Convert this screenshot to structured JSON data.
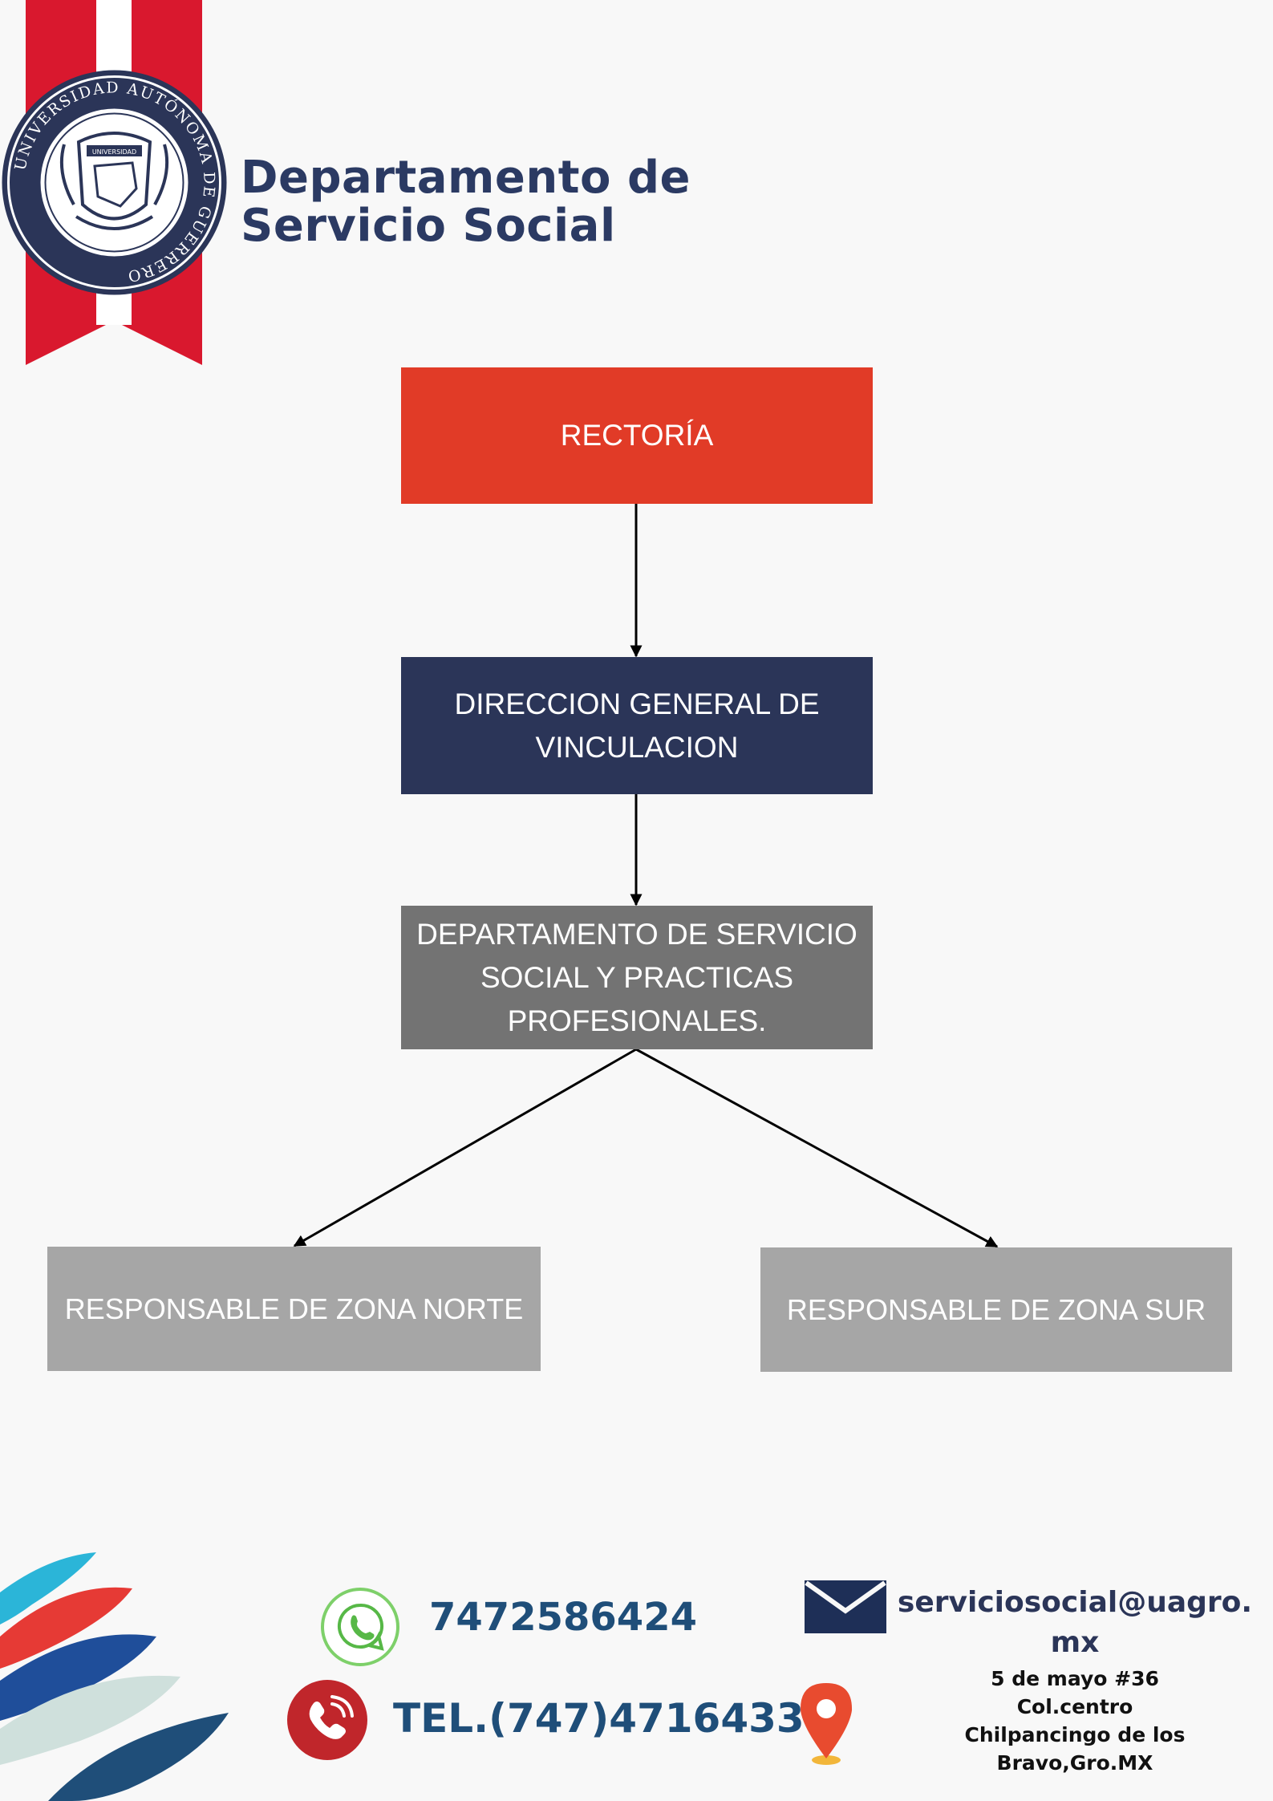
{
  "header": {
    "title_line1": "Departamento de",
    "title_line2": "Servicio Social",
    "seal_text": "UNIVERSIDAD AUTÓNOMA DE GUERRERO",
    "seal_inner_text": "UNIVERSIDAD"
  },
  "org_chart": {
    "rectoria": "RECTORÍA",
    "direccion": "DIRECCION GENERAL DE VINCULACION",
    "departamento": "DEPARTAMENTO DE SERVICIO SOCIAL Y PRACTICAS PROFESIONALES.",
    "zona_norte": "RESPONSABLE DE ZONA NORTE",
    "zona_sur": "RESPONSABLE DE ZONA SUR"
  },
  "contact": {
    "whatsapp": "7472586424",
    "phone": "TEL.(747)4716433",
    "email": "serviciosocial@uagro.mx",
    "address_line1": "5 de mayo #36",
    "address_line2": "Col.centro",
    "address_line3": "Chilpancingo de los Bravo,Gro.MX"
  },
  "icons": {
    "whatsapp": "whatsapp-icon",
    "phone": "phone-icon",
    "email": "envelope-icon",
    "location": "location-pin-icon"
  },
  "colors": {
    "rectoria": "#e13b27",
    "direccion": "#2b3558",
    "departamento": "#737373",
    "zonas": "#a6a6a6",
    "title": "#2b3a63",
    "contact_text": "#1f4e79",
    "ribbon_red": "#d9182e"
  }
}
